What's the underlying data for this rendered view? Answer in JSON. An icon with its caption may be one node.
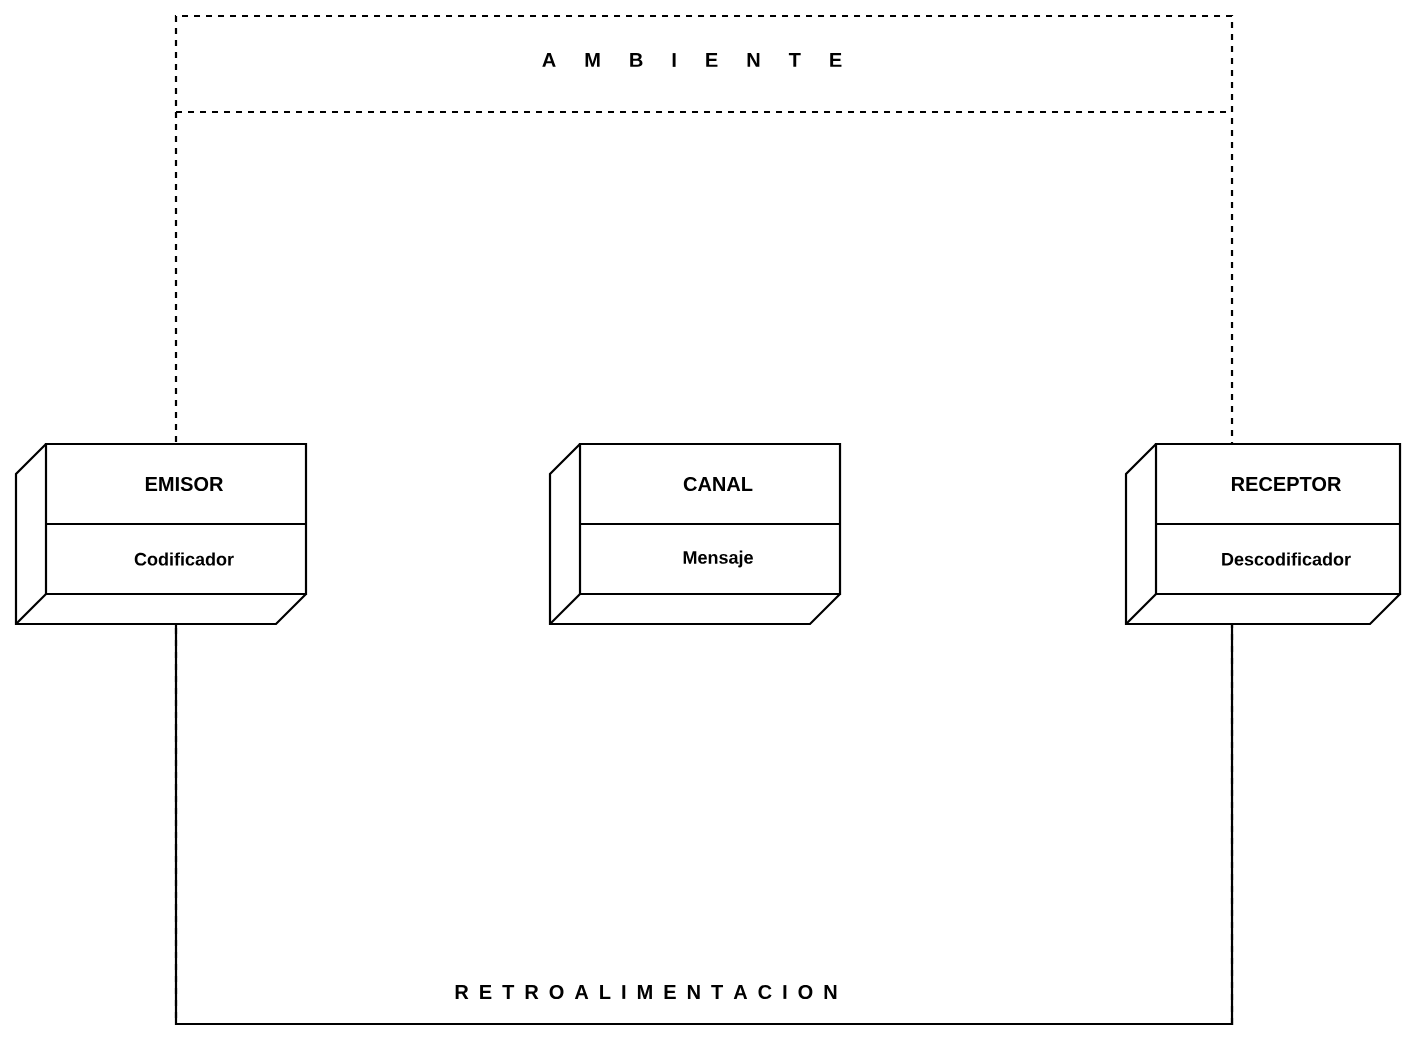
{
  "diagram": {
    "nodes": [
      {
        "text": [
          "A M B I E N T E"
        ]
      },
      {
        "text": [
          "EMISOR",
          "Codificador"
        ]
      },
      {
        "text": [
          "CANAL",
          "Mensaje"
        ],
        "in": 0
      },
      {
        "text": [
          "RECEPTOR",
          "Descodificador"
        ]
      }
    ],
    "edges": [
      {
        "from": 3,
        "to": 1,
        "arrow": "none",
        "label": "R E T R O A L I M E N T A C I O N"
      }
    ]
  }
}
